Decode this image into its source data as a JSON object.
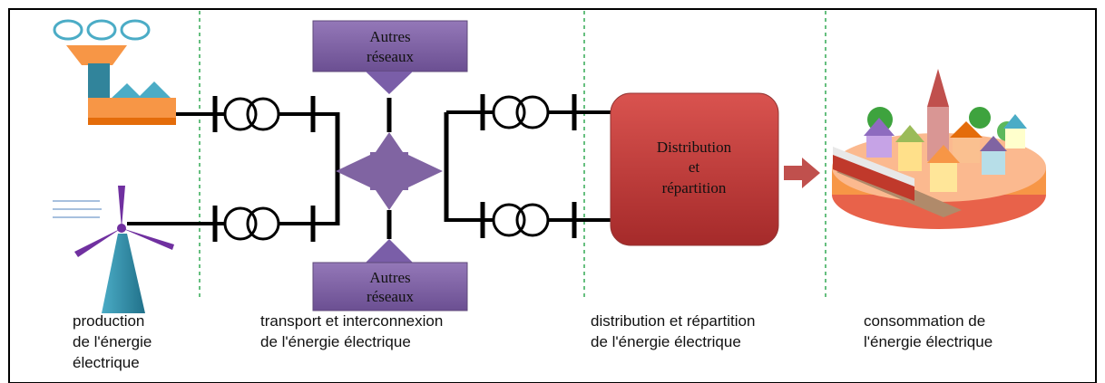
{
  "networks": {
    "top_line1": "Autres",
    "top_line2": "réseaux",
    "bottom_line1": "Autres",
    "bottom_line2": "réseaux",
    "color": "#8064a2"
  },
  "distribution_box": {
    "line1": "Distribution",
    "line2": "et",
    "line3": "répartition",
    "color": "#c0504d"
  },
  "captions": {
    "production": [
      "production",
      "de l'énergie",
      "électrique"
    ],
    "transport": [
      "transport et interconnexion",
      "de l'énergie électrique"
    ],
    "distribution": [
      "distribution et répartition",
      "de l'énergie électrique"
    ],
    "consommation": [
      "consommation de",
      "l'énergie électrique"
    ]
  },
  "icons": {
    "factory": "factory-icon",
    "wind_turbine": "wind-turbine-icon",
    "city": "city-icon",
    "transformer": "transformer-icon",
    "hub": "four-way-arrow-icon"
  },
  "colors": {
    "divider": "#33aa55",
    "line": "#000000",
    "factory_orange": "#f79646",
    "turbine_teal": "#31849b",
    "cloud": "#4bacc6"
  }
}
